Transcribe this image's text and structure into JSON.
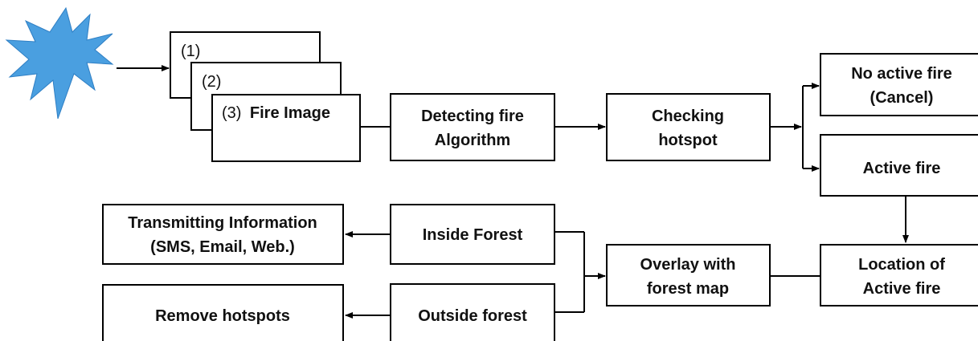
{
  "colors": {
    "star": "#4a9fe0",
    "stroke": "#000000",
    "text": "#111111"
  },
  "icons": {
    "start": "star-burst-icon"
  },
  "image_stack": {
    "card1_label": "(1)",
    "card2_label": "(2)",
    "card3_prefix": "(3)",
    "card3_title": "Fire Image"
  },
  "steps": {
    "detecting": [
      "Detecting fire",
      "Algorithm"
    ],
    "checking": [
      "Checking",
      "hotspot"
    ],
    "no_active": [
      "No active fire",
      "(Cancel)"
    ],
    "active": "Active fire",
    "location": [
      "Location of",
      "Active fire"
    ],
    "overlay": [
      "Overlay with",
      "forest map"
    ],
    "inside": "Inside Forest",
    "outside": "Outside forest",
    "transmit": [
      "Transmitting Information",
      "(SMS, Email, Web.)"
    ],
    "remove": "Remove hotspots"
  }
}
